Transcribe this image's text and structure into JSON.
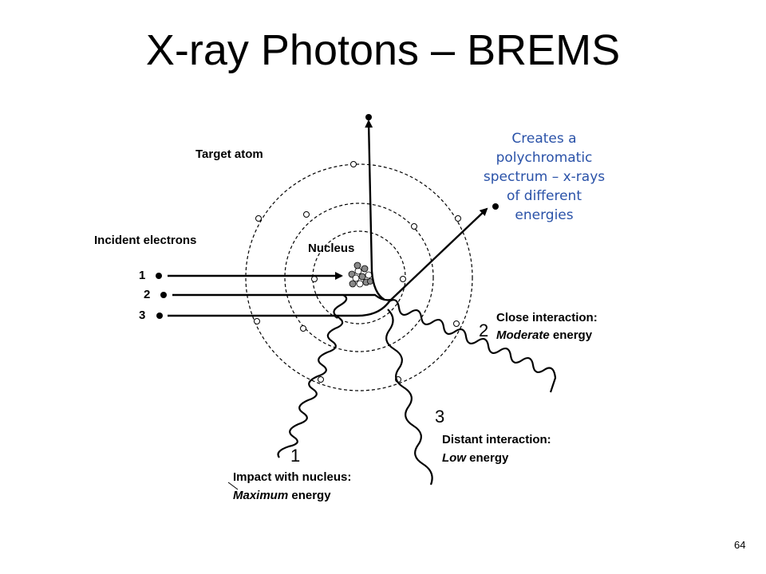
{
  "title": "X-ray Photons – BREMS",
  "callout": "Creates a polychromatic spectrum – x-rays of different energies",
  "slide_number": "64",
  "diagram": {
    "target_atom": "Target atom",
    "incident_electrons": "Incident electrons",
    "nucleus": "Nucleus",
    "electron_labels": [
      "1",
      "2",
      "3"
    ],
    "photon_labels": [
      "1",
      "2",
      "3"
    ],
    "close_interaction": {
      "heading": "Close interaction:",
      "emph": "Moderate",
      "rest": " energy"
    },
    "distant_interaction": {
      "heading": "Distant interaction:",
      "emph": "Low",
      "rest": " energy"
    },
    "impact_nucleus": {
      "heading": "Impact with nucleus:",
      "emph": "Maximum",
      "rest": " energy"
    }
  }
}
